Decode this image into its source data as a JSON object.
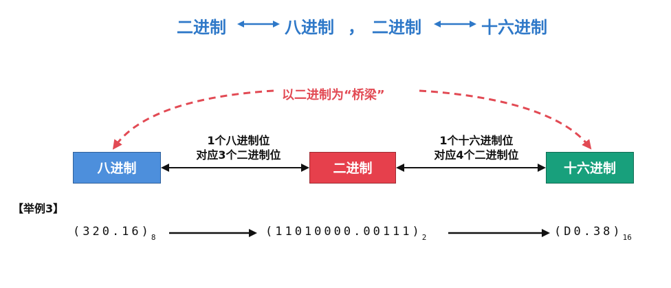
{
  "title": {
    "part1": "二进制",
    "part2": "八进制",
    "separator": "，",
    "part3": "二进制",
    "part4": "十六进制"
  },
  "bridge_label": "以二进制为“桥梁”",
  "boxes": {
    "octal": "八进制",
    "binary": "二进制",
    "hex": "十六进制"
  },
  "notes": {
    "left_line1": "1个八进制位",
    "left_line2": "对应3个二进制位",
    "right_line1": "1个十六进制位",
    "right_line2": "对应4个二进制位"
  },
  "example": {
    "label": "【举例3】",
    "octal_value": "(320.16)",
    "octal_base": "8",
    "binary_value": "(11010000.00111)",
    "binary_base": "2",
    "hex_value": "(D0.38)",
    "hex_base": "16"
  },
  "colors": {
    "title_blue": "#2e78c8",
    "bridge_red": "#e24a54",
    "octal_box": "#4d8fdc",
    "binary_box": "#e6404c",
    "hex_box": "#18a07c"
  }
}
